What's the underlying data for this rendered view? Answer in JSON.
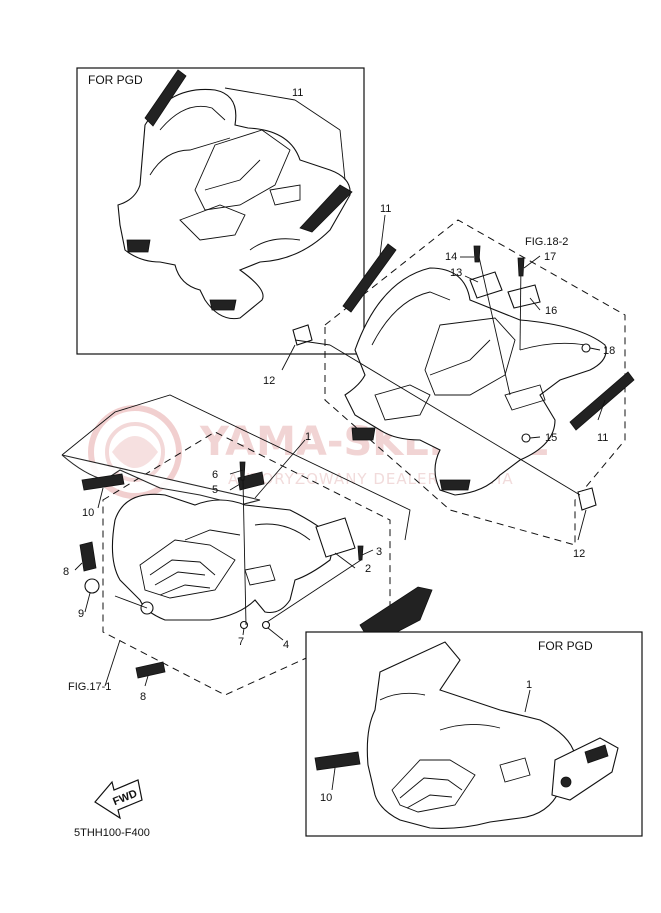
{
  "watermark": {
    "brand": "YAMA-SKLEP.PL",
    "tagline": "AUTORYZOWANY DEALER YAMAHA"
  },
  "boxes": {
    "top_pgd_label": "FOR PGD",
    "bottom_pgd_label": "FOR  PGD"
  },
  "references": {
    "fig_18_2": "FIG.18-2",
    "fig_17_1": "FIG.17-1"
  },
  "fwd_label": "FWD",
  "diagram_code": "5THH100-F400",
  "callouts": {
    "n1": "1",
    "n2": "2",
    "n3": "3",
    "n4": "4",
    "n5": "5",
    "n6": "6",
    "n7": "7",
    "n8": "8",
    "n9": "9",
    "n10": "10",
    "n11": "11",
    "n12": "12",
    "n13": "13",
    "n14": "14",
    "n15": "15",
    "n16": "16",
    "n17": "17",
    "n18": "18"
  }
}
